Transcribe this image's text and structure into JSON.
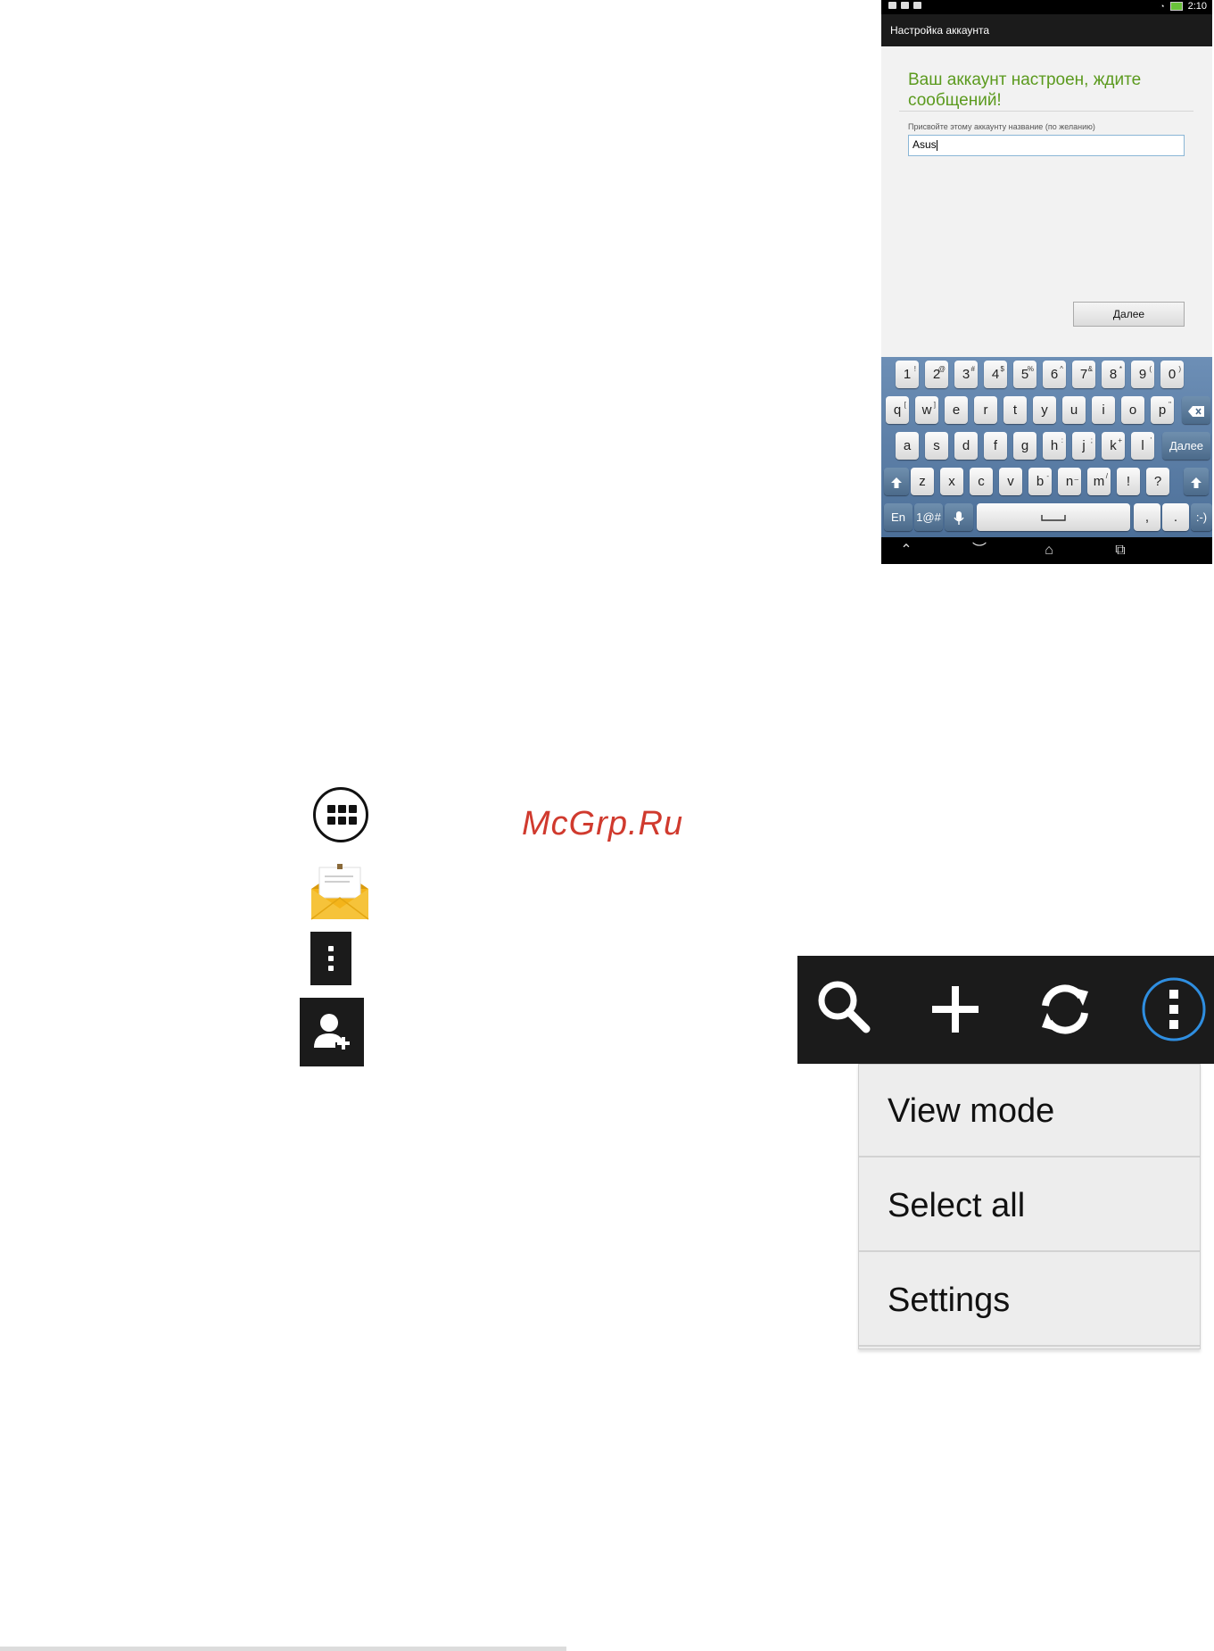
{
  "phone": {
    "status_time": "2:10",
    "actionbar_title": "Настройка аккаунта",
    "success_message": "Ваш аккаунт настроен, ждите сообщений!",
    "name_label": "Присвойте этому аккаунту название (по желанию)",
    "name_value": "Asus",
    "next_button": "Далее",
    "keyboard": {
      "row1": [
        [
          "1",
          "!"
        ],
        [
          "2",
          "@"
        ],
        [
          "3",
          "#"
        ],
        [
          "4",
          "$"
        ],
        [
          "5",
          "%"
        ],
        [
          "6",
          "^"
        ],
        [
          "7",
          "&"
        ],
        [
          "8",
          "*"
        ],
        [
          "9",
          "("
        ],
        [
          "0",
          ")"
        ]
      ],
      "row2": [
        [
          "q",
          "["
        ],
        [
          "w",
          "]"
        ],
        [
          "e",
          ""
        ],
        [
          "r",
          ""
        ],
        [
          "t",
          ""
        ],
        [
          "y",
          ""
        ],
        [
          "u",
          ""
        ],
        [
          "i",
          ""
        ],
        [
          "o",
          ""
        ],
        [
          "p",
          "\""
        ]
      ],
      "row3": [
        [
          "a",
          ""
        ],
        [
          "s",
          ""
        ],
        [
          "d",
          ""
        ],
        [
          "f",
          ""
        ],
        [
          "g",
          ""
        ],
        [
          "h",
          ":"
        ],
        [
          "j",
          ";"
        ],
        [
          "k",
          "+"
        ],
        [
          "l",
          "'"
        ]
      ],
      "row4": [
        [
          "z",
          ""
        ],
        [
          "x",
          ""
        ],
        [
          "c",
          ""
        ],
        [
          "v",
          ""
        ],
        [
          "b",
          "-"
        ],
        [
          "n",
          "_"
        ],
        [
          "m",
          "/"
        ],
        [
          "!",
          ""
        ],
        [
          "?",
          ""
        ]
      ],
      "enter_label": "Далее",
      "lang_label": "En",
      "symbols_label": "1@#",
      "comma_label": ",",
      "period_label": ".",
      "smiley_label": ":-)"
    }
  },
  "watermark": "McGrp.Ru",
  "menu": {
    "items": [
      "View mode",
      "Select all",
      "Settings"
    ]
  },
  "colors": {
    "success_green": "#5b9a1e",
    "keyboard_blue": "#5a7ca5",
    "toolbar_bg": "#1b1b1b",
    "highlight_ring": "#2f8ee0",
    "watermark_red": "#d03a2e",
    "mail_yellow": "#f4b41a"
  }
}
